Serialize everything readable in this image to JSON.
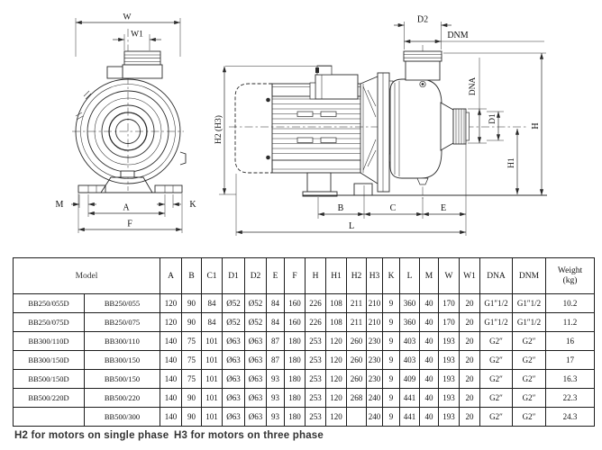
{
  "front_view": {
    "labels": {
      "w": "W",
      "w1": "W1",
      "m": "M",
      "k": "K",
      "a": "A",
      "f": "F"
    }
  },
  "side_view": {
    "labels": {
      "d2": "D2",
      "dnm": "DNM",
      "dna": "DNA",
      "d1": "D1",
      "h": "H",
      "h1": "H1",
      "h2_h3": "H2 (H3)",
      "b": "B",
      "c": "C",
      "e": "E",
      "l": "L"
    }
  },
  "table": {
    "model_header": "Model",
    "dim_headers": [
      "A",
      "B",
      "C1",
      "D1",
      "D2",
      "E",
      "F",
      "H",
      "H1",
      "H2",
      "H3",
      "K",
      "L",
      "M",
      "W",
      "W1",
      "DNA",
      "DNM"
    ],
    "weight_header_line1": "Weight",
    "weight_header_line2": "(kg)",
    "rows": [
      {
        "model_single": "BB250/055D",
        "model_three": "BB250/055",
        "values": [
          "120",
          "90",
          "84",
          "Ø52",
          "Ø52",
          "84",
          "160",
          "226",
          "108",
          "211",
          "210",
          "9",
          "360",
          "40",
          "170",
          "20",
          "G1″1/2",
          "G1″1/2"
        ],
        "weight": "10.2"
      },
      {
        "model_single": "BB250/075D",
        "model_three": "BB250/075",
        "values": [
          "120",
          "90",
          "84",
          "Ø52",
          "Ø52",
          "84",
          "160",
          "226",
          "108",
          "211",
          "210",
          "9",
          "360",
          "40",
          "170",
          "20",
          "G1″1/2",
          "G1″1/2"
        ],
        "weight": "11.2"
      },
      {
        "model_single": "BB300/110D",
        "model_three": "BB300/110",
        "values": [
          "140",
          "75",
          "101",
          "Ø63",
          "Ø63",
          "87",
          "180",
          "253",
          "120",
          "260",
          "230",
          "9",
          "403",
          "40",
          "193",
          "20",
          "G2″",
          "G2″"
        ],
        "weight": "16"
      },
      {
        "model_single": "BB300/150D",
        "model_three": "BB300/150",
        "values": [
          "140",
          "75",
          "101",
          "Ø63",
          "Ø63",
          "87",
          "180",
          "253",
          "120",
          "260",
          "230",
          "9",
          "403",
          "40",
          "193",
          "20",
          "G2″",
          "G2″"
        ],
        "weight": "17"
      },
      {
        "model_single": "BB500/150D",
        "model_three": "BB500/150",
        "values": [
          "140",
          "75",
          "101",
          "Ø63",
          "Ø63",
          "93",
          "180",
          "253",
          "120",
          "260",
          "230",
          "9",
          "409",
          "40",
          "193",
          "20",
          "G2″",
          "G2″"
        ],
        "weight": "16.3"
      },
      {
        "model_single": "BB500/220D",
        "model_three": "BB500/220",
        "values": [
          "140",
          "90",
          "101",
          "Ø63",
          "Ø63",
          "93",
          "180",
          "253",
          "120",
          "268",
          "240",
          "9",
          "441",
          "40",
          "193",
          "20",
          "G2″",
          "G2″"
        ],
        "weight": "22.3"
      },
      {
        "model_single": "",
        "model_three": "BB500/300",
        "values": [
          "140",
          "90",
          "101",
          "Ø63",
          "Ø63",
          "93",
          "180",
          "253",
          "120",
          "",
          "240",
          "9",
          "441",
          "40",
          "193",
          "20",
          "G2″",
          "G2″"
        ],
        "weight": "24.3"
      }
    ]
  },
  "notes": {
    "single_phase": "H2 for motors on single phase",
    "three_phase": "H3 for motors on three phase"
  }
}
